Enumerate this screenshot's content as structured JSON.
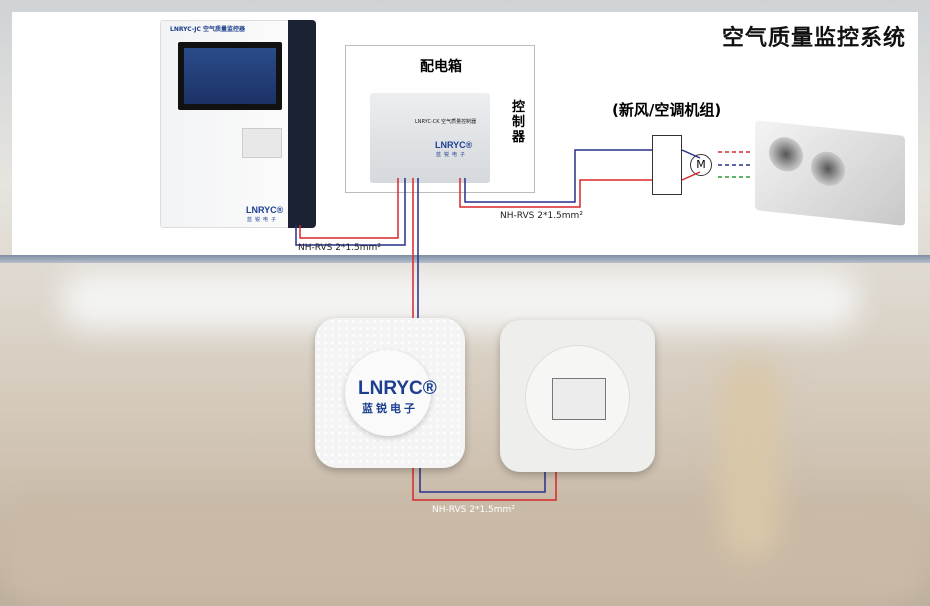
{
  "title": "空气质量监控系统",
  "cabinet": {
    "model_label": "LNRYC-JC 空气质量监控器",
    "brand": "LNRYC®",
    "brand_cn": "蓝锐电子"
  },
  "distribution_box": {
    "label": "配电箱"
  },
  "controller": {
    "label": "控制器",
    "model_label": "LNRYC-CK 空气质量控制器",
    "brand": "LNRYC®",
    "brand_cn": "蓝锐电子"
  },
  "unit": {
    "label": "(新风/空调机组)",
    "motor_symbol": "M"
  },
  "sensor": {
    "brand": "LNRYC®",
    "brand_cn": "蓝锐电子"
  },
  "wires": {
    "cabinet_to_controller": "NH-RVS 2*1.5mm²",
    "controller_to_unit": "NH-RVS 2*1.5mm²",
    "sensor_to_sensor": "NH-RVS 2*1.5mm²"
  },
  "colors": {
    "wire_red": "#d8272b",
    "wire_blue": "#27318a",
    "brand_blue": "#1d3f91"
  }
}
